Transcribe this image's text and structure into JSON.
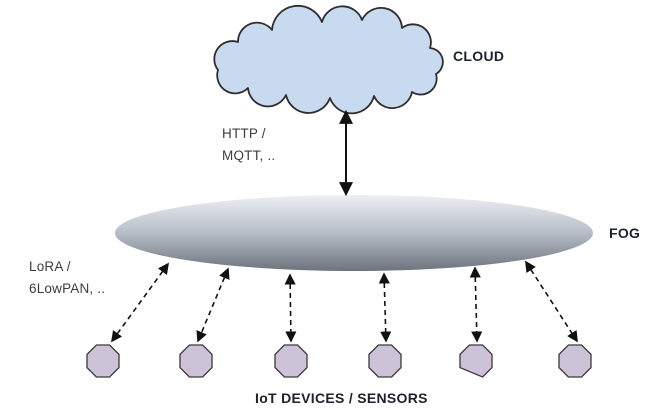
{
  "cloud": {
    "label": "CLOUD"
  },
  "fog": {
    "label": "FOG"
  },
  "devices": {
    "label": "IoT DEVICES / SENSORS",
    "count": 6
  },
  "protocols": {
    "cloud_fog": {
      "line1": "HTTP /",
      "line2": "MQTT, .."
    },
    "fog_devices": {
      "line1": "LoRA /",
      "line2": "6LowPAN, .."
    }
  },
  "links": {
    "cloud_fog": {
      "style": "solid",
      "bidirectional": true
    },
    "fog_devices": {
      "style": "dashed",
      "bidirectional": true
    }
  },
  "colors": {
    "background": "#ffffff",
    "cloud_fill": "#c8daf0",
    "cloud_stroke": "#2e2e2e",
    "fog_top": "#edeff3",
    "fog_mid": "#b7bdc7",
    "fog_bottom": "#6d737c",
    "device_fill": "#cdc3d9",
    "device_stroke": "#3a3a3a",
    "arrow": "#111111"
  }
}
